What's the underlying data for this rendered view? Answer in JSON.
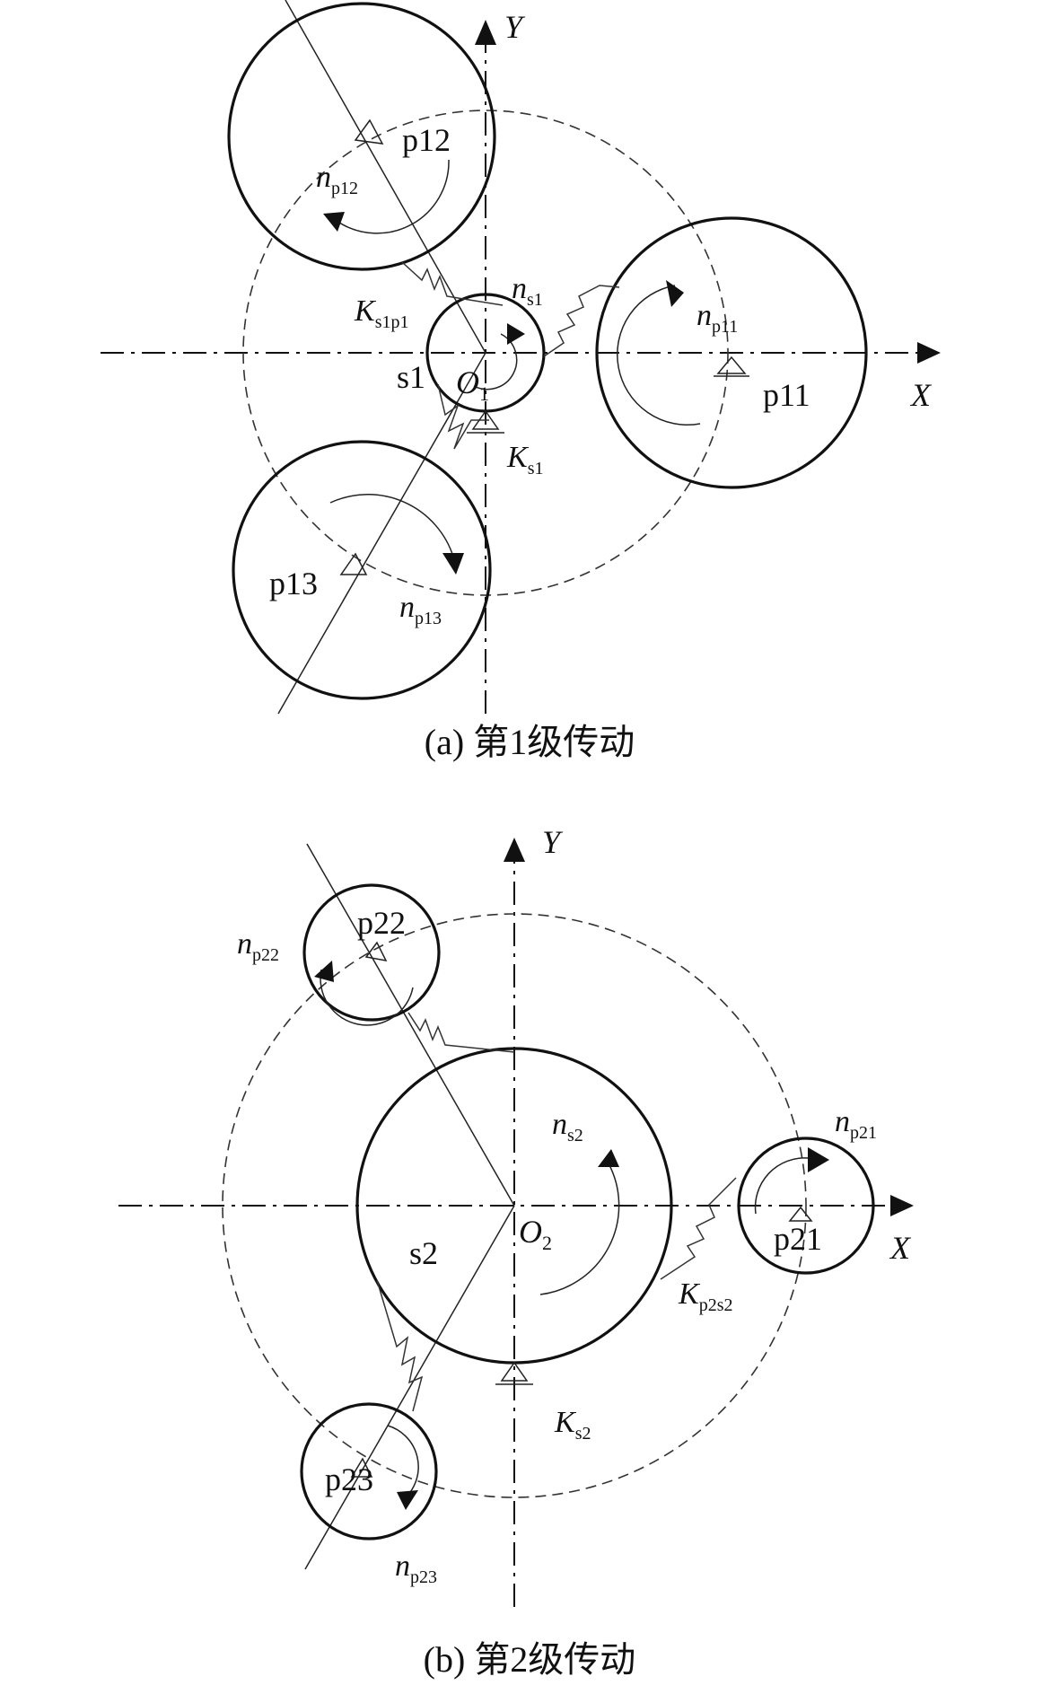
{
  "panel_a": {
    "caption": "(a) 第1级传动",
    "axis_x": "X",
    "axis_y": "Y",
    "origin": {
      "main": "O",
      "sub": "1"
    },
    "sun": "s1",
    "planets": [
      "p11",
      "p12",
      "p13"
    ],
    "speeds": {
      "sun": {
        "main": "n",
        "sub": "s1"
      },
      "p11": {
        "main": "n",
        "sub": "p11"
      },
      "p12": {
        "main": "n",
        "sub": "p12"
      },
      "p13": {
        "main": "n",
        "sub": "p13"
      }
    },
    "stiffness": {
      "mesh": {
        "main": "K",
        "sub": "s1p1"
      },
      "support": {
        "main": "K",
        "sub": "s1"
      }
    }
  },
  "panel_b": {
    "caption": "(b) 第2级传动",
    "axis_x": "X",
    "axis_y": "Y",
    "origin": {
      "main": "O",
      "sub": "2"
    },
    "sun": "s2",
    "planets": [
      "p21",
      "p22",
      "p23"
    ],
    "speeds": {
      "sun": {
        "main": "n",
        "sub": "s2"
      },
      "p21": {
        "main": "n",
        "sub": "p21"
      },
      "p22": {
        "main": "n",
        "sub": "p22"
      },
      "p23": {
        "main": "n",
        "sub": "p23"
      }
    },
    "stiffness": {
      "mesh": {
        "main": "K",
        "sub": "p2s2"
      },
      "support": {
        "main": "K",
        "sub": "s2"
      }
    }
  }
}
